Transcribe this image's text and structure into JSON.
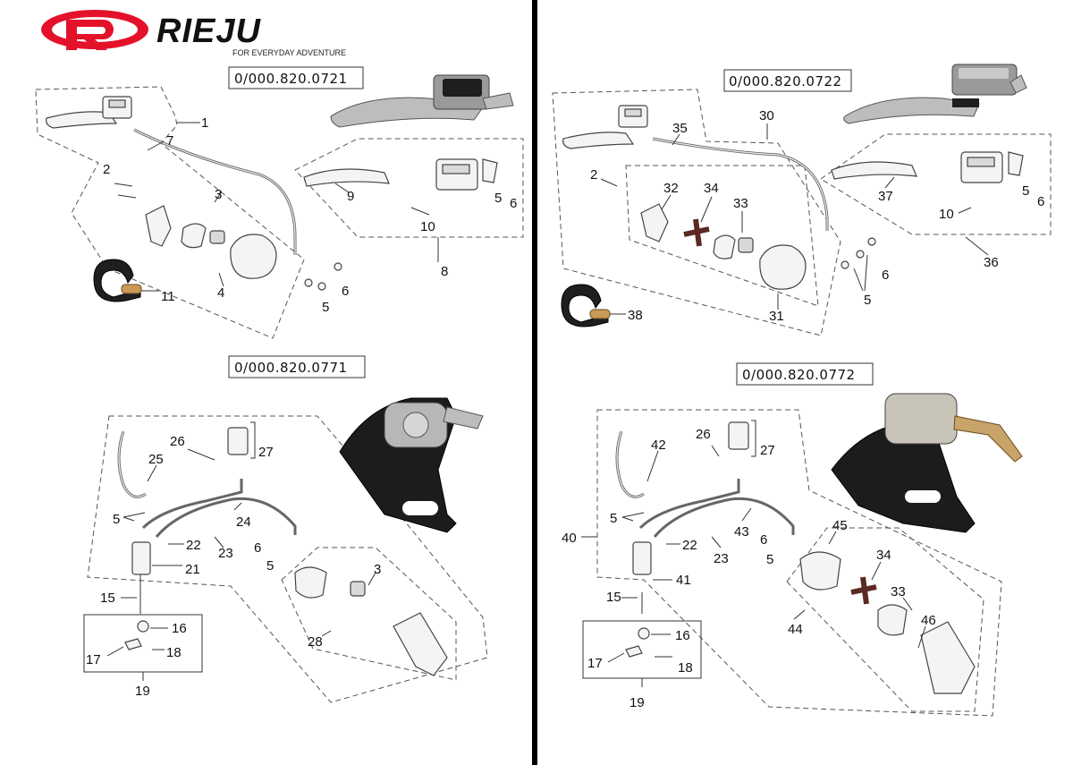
{
  "brand": {
    "name": "RIEJU",
    "tagline": "FOR EVERYDAY ADVENTURE",
    "color": "#e4112b"
  },
  "sections": {
    "front_left": {
      "part_number": "0/000.820.0721",
      "labels": [
        "1",
        "7",
        "2",
        "3",
        "9",
        "10",
        "5",
        "6",
        "8",
        "4",
        "11",
        "5",
        "6"
      ]
    },
    "front_right": {
      "part_number": "0/000.820.0722",
      "labels": [
        "30",
        "35",
        "2",
        "32",
        "34",
        "33",
        "37",
        "5",
        "6",
        "10",
        "36",
        "6",
        "5",
        "31",
        "38"
      ]
    },
    "rear_left": {
      "part_number": "0/000.820.0771",
      "labels": [
        "26",
        "27",
        "25",
        "5",
        "24",
        "22",
        "23",
        "21",
        "6",
        "5",
        "3",
        "15",
        "16",
        "17",
        "18",
        "19",
        "28"
      ]
    },
    "rear_right": {
      "part_number": "0/000.820.0772",
      "labels": [
        "26",
        "27",
        "42",
        "5",
        "40",
        "22",
        "23",
        "43",
        "6",
        "5",
        "45",
        "34",
        "41",
        "33",
        "15",
        "46",
        "44",
        "16",
        "17",
        "18",
        "19"
      ]
    }
  },
  "divider_color": "#000000"
}
